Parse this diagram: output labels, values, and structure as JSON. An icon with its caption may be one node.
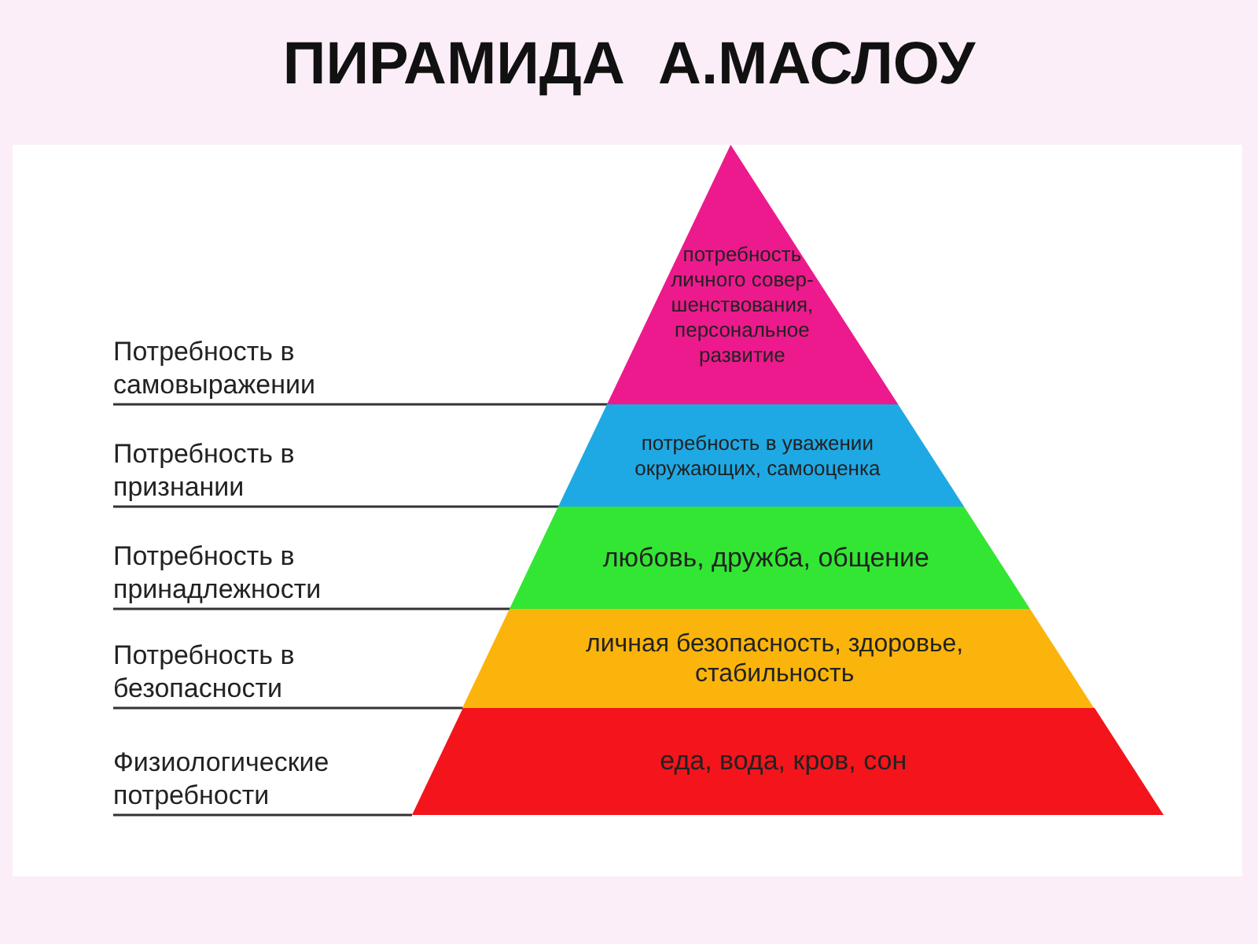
{
  "diagram": {
    "title": "ПИРАМИДА  А.МАСЛОУ",
    "nodes": [
      {
        "text": [
          "Потребность в самовыражении"
        ]
      },
      {
        "text": [
          "потребность личного совер- шенствования, персональное развитие"
        ]
      },
      {
        "text": [
          "Потребность в признании"
        ]
      },
      {
        "text": [
          "потребность в уважении окружающих, самооценка"
        ]
      },
      {
        "text": [
          "Потребность в принадлежности"
        ]
      },
      {
        "text": [
          "любовь, дружба, общение"
        ]
      },
      {
        "text": [
          "Потребность в безопасности"
        ]
      },
      {
        "text": [
          "личная безопасность, здоровье, стабильность"
        ]
      },
      {
        "text": [
          "Физиологические потребности"
        ]
      },
      {
        "text": [
          "еда, вода, кров, сон"
        ]
      }
    ],
    "edges": [
      {
        "from": 0,
        "to": 1,
        "arrow": "none"
      },
      {
        "from": 2,
        "to": 3,
        "arrow": "none"
      },
      {
        "from": 4,
        "to": 5,
        "arrow": "none"
      },
      {
        "from": 6,
        "to": 7,
        "arrow": "none"
      },
      {
        "from": 8,
        "to": 9,
        "arrow": "none"
      }
    ]
  }
}
